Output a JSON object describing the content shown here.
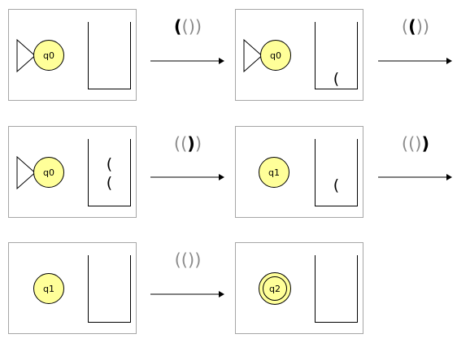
{
  "steps": [
    {
      "state": "q0",
      "is_start": true,
      "is_final": false,
      "stack": []
    },
    {
      "state": "q0",
      "is_start": true,
      "is_final": false,
      "stack": [
        "("
      ]
    },
    {
      "state": "q0",
      "is_start": true,
      "is_final": false,
      "stack": [
        "(",
        "("
      ]
    },
    {
      "state": "q1",
      "is_start": false,
      "is_final": false,
      "stack": [
        "("
      ]
    },
    {
      "state": "q1",
      "is_start": false,
      "is_final": false,
      "stack": []
    },
    {
      "state": "q2",
      "is_start": false,
      "is_final": true,
      "stack": []
    }
  ],
  "transitions": [
    {
      "input": [
        "(",
        "(",
        ")",
        ")"
      ],
      "current_index": 0
    },
    {
      "input": [
        "(",
        "(",
        ")",
        ")"
      ],
      "current_index": 1
    },
    {
      "input": [
        "(",
        "(",
        ")",
        ")"
      ],
      "current_index": 2
    },
    {
      "input": [
        "(",
        "(",
        ")",
        ")"
      ],
      "current_index": 3
    },
    {
      "input": [
        "(",
        "(",
        ")",
        ")"
      ],
      "current_index": null
    }
  ],
  "colors": {
    "state_fill": "#ffff99",
    "frame_border": "#a6a6a6",
    "consumed_char": "#000000",
    "pending_char": "#8c8c8c"
  }
}
